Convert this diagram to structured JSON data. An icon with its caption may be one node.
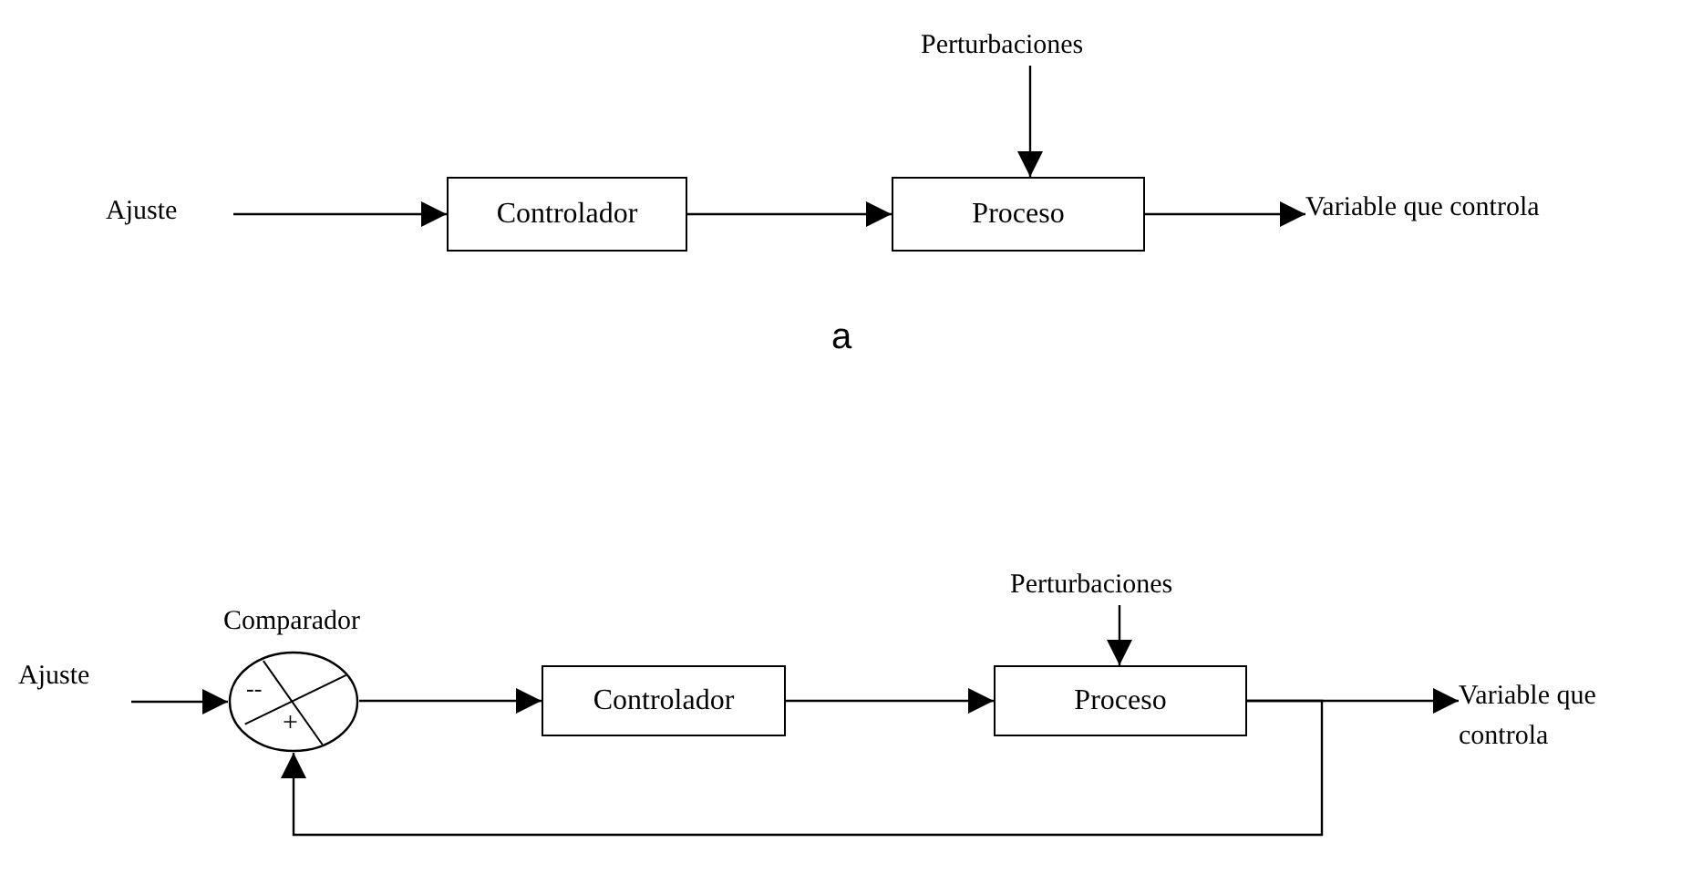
{
  "diagram": {
    "nodes": [
      {
        "text": [
          "Perturbaciones"
        ]
      },
      {
        "text": [
          "Ajuste"
        ]
      },
      {
        "text": [
          "Controlador"
        ]
      },
      {
        "text": [
          "Proceso"
        ]
      },
      {
        "text": [
          "Variable que controla"
        ]
      },
      {
        "text": [
          "Perturbaciones"
        ]
      },
      {
        "text": [
          "--",
          "+"
        ],
        "beside": [
          "Comparador"
        ]
      },
      {
        "text": [
          "Ajuste"
        ]
      },
      {
        "text": [
          "Controlador"
        ]
      },
      {
        "text": [
          "Proceso"
        ]
      },
      {
        "text": [
          "Variable que controla"
        ]
      }
    ],
    "edges": [
      {
        "from": 0,
        "to": 3,
        "arrow": "to"
      },
      {
        "from": 1,
        "to": 2,
        "arrow": "to"
      },
      {
        "from": 2,
        "to": 3,
        "arrow": "to"
      },
      {
        "from": 3,
        "to": 4,
        "arrow": "to"
      },
      {
        "from": 7,
        "to": 6,
        "arrow": "to"
      },
      {
        "from": 6,
        "to": 8,
        "arrow": "to"
      },
      {
        "from": 8,
        "to": 9,
        "arrow": "to"
      },
      {
        "from": 5,
        "to": 9,
        "arrow": "to"
      },
      {
        "from": 9,
        "to": 10,
        "arrow": "to"
      },
      {
        "from": 9,
        "to": 6,
        "arrow": "to"
      }
    ],
    "labels": [
      "a"
    ]
  }
}
